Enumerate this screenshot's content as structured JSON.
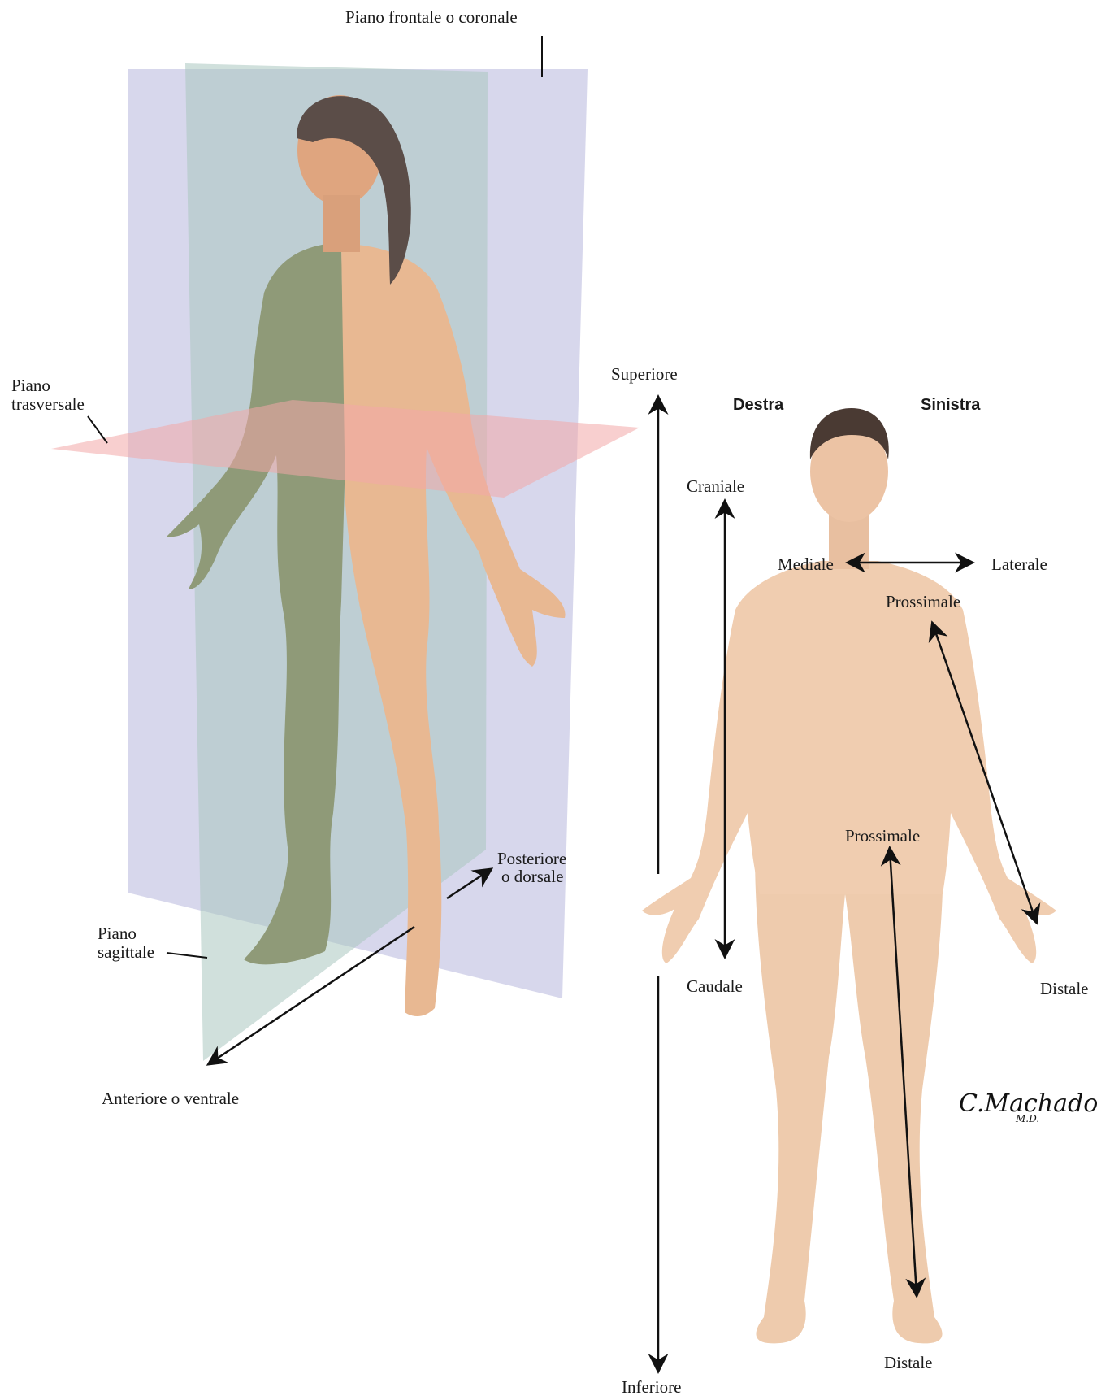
{
  "colors": {
    "frontal_plane": "#c9c9e6",
    "sagittal_plane": "#a9cfc3",
    "transverse_plane": "#f2a7a7",
    "skin": "#e8b892",
    "skin_shaded": "#8f9a78",
    "arrow": "#111111"
  },
  "planes": {
    "frontal": "Piano frontale o coronale",
    "transverse_line1": "Piano",
    "transverse_line2": "trasversale",
    "sagittal_line1": "Piano",
    "sagittal_line2": "sagittale"
  },
  "directions": {
    "posterior_line1": "Posteriore",
    "posterior_line2": "o dorsale",
    "anterior": "Anteriore o ventrale",
    "superior": "Superiore",
    "inferior": "Inferiore",
    "right": "Destra",
    "left": "Sinistra",
    "cranial": "Craniale",
    "caudal": "Caudale",
    "medial": "Mediale",
    "lateral": "Laterale",
    "proximal_arm": "Prossimale",
    "distal_arm": "Distale",
    "proximal_leg": "Prossimale",
    "distal_leg": "Distale"
  },
  "signature": {
    "name": "C.Machado",
    "suffix": "M.D."
  }
}
